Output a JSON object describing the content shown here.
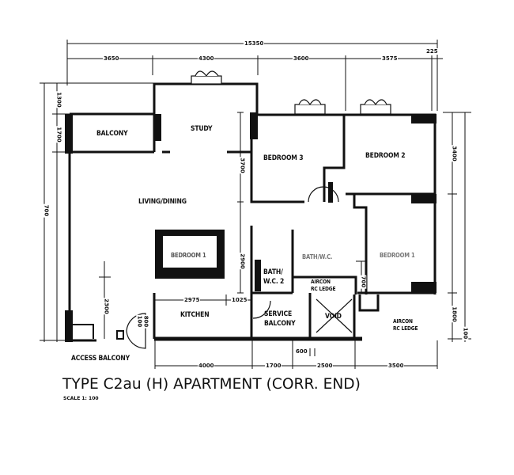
{
  "title": "TYPE C2au (H) APARTMENT (CORR. END)",
  "scale": "SCALE  1: 100",
  "rooms": {
    "balcony": "BALCONY",
    "study": "STUDY",
    "living_dining": "LIVING/DINING",
    "bedroom3": "BEDROOM 3",
    "bedroom2": "BEDROOM 2",
    "kitchen": "KITCHEN",
    "bath_wc2_line1": "BATH/",
    "bath_wc2_line2": "W.C. 2",
    "service_balcony_line1": "SERVICE",
    "service_balcony_line2": "BALCONY",
    "void": "VOID",
    "aircon_ledge_1_line1": "AIRCON",
    "aircon_ledge_1_line2": "RC LEDGE",
    "aircon_ledge_2_line1": "AIRCON",
    "aircon_ledge_2_line2": "RC LEDGE",
    "access_balcony": "ACCESS BALCONY",
    "bedroom1_label_faded": "BEDROOM 1",
    "bath_wc1_label_faded": "BATH/W.C."
  },
  "dimensions": {
    "top_overall": "15350",
    "top": [
      "3650",
      "4300",
      "3600",
      "3575"
    ],
    "top_right_offset": "225",
    "bottom": [
      "4000",
      "1700",
      "2500",
      "3500"
    ],
    "bottom_small": "600",
    "left_overall": "700",
    "left": [
      "1300",
      "1700"
    ],
    "right": [
      "3400",
      "1800",
      "100"
    ],
    "interior": {
      "study_depth": "3700",
      "corridor": "2900",
      "kitchen_width": "2975",
      "kitchen_offset": "1025",
      "living_height": "2300",
      "door_width_1": "100",
      "door_width_2": "800",
      "small_wall": "700"
    }
  },
  "colors": {
    "line": "#111111",
    "background": "#ffffff"
  }
}
